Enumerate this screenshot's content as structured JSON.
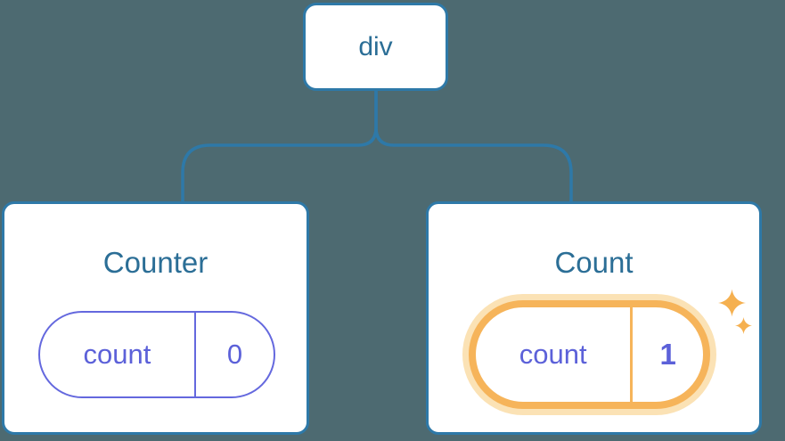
{
  "canvas": {
    "background_color": "#4D6A71"
  },
  "colors": {
    "node_border_blue": "#2E79A8",
    "node_text_blue": "#2B6E96",
    "connector_blue": "#2E79A8",
    "state_text_purple": "#5C61D9",
    "pill_border_purple": "#6468DE",
    "highlight_orange": "#F6B45A",
    "highlight_halo_orange": "#FBE2B5",
    "sparkle_orange": "#F5B050",
    "card_background": "#FFFFFF"
  },
  "tree": {
    "root": {
      "label": "div"
    },
    "children": [
      {
        "title": "Counter",
        "pill": {
          "key": "count",
          "value": "0",
          "highlighted": false
        }
      },
      {
        "title": "Count",
        "pill": {
          "key": "count",
          "value": "1",
          "highlighted": true
        }
      }
    ]
  }
}
